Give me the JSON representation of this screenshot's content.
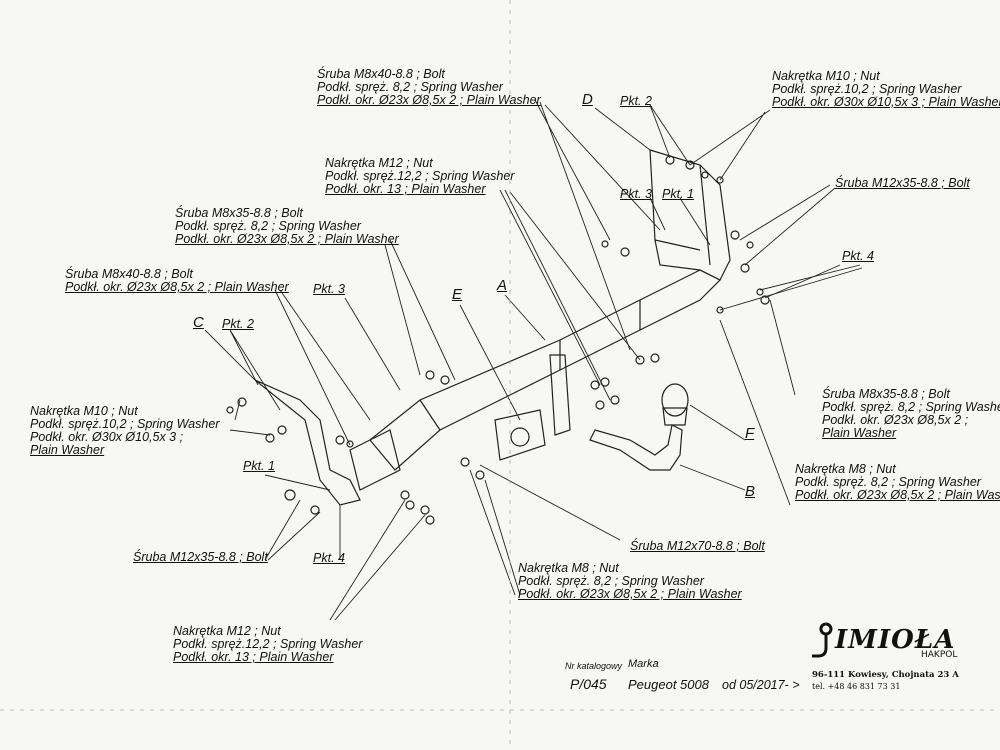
{
  "labels": {
    "top_bolt_m8x40": [
      "Śruba M8x40-8.8 ;  Bolt",
      "Podkł. spręż. 8,2 ; Spring Washer",
      "Podkł. okr.  Ø23x Ø8,5x 2 ; Plain Washer"
    ],
    "top_nut_m12": [
      "Nakrętka  M12 ; Nut",
      "Podkł. spręż.12,2 ; Spring Washer",
      "Podkł. okr. 13 ; Plain Washer"
    ],
    "top_right_nut_m10": [
      "Nakrętka  M10 ; Nut",
      "Podkł. spręż.10,2 ; Spring Washer",
      "Podkł. okr.  Ø30x Ø10,5x 3 ; Plain Washer"
    ],
    "right_bolt_m12x35": "Śruba M12x35-8.8 ;  Bolt",
    "left_bolt_m8x35": [
      "Śruba M8x35-8.8 ;  Bolt",
      "Podkł. spręż. 8,2 ; Spring Washer",
      "Podkł. okr.  Ø23x Ø8,5x 2 ; Plain Washer"
    ],
    "left_bolt_m8x40": [
      "Śruba M8x40-8.8 ;  Bolt",
      "Podkł. okr.  Ø23x Ø8,5x 2 ; Plain Washer"
    ],
    "left_nut_m10": [
      "Nakrętka  M10 ; Nut",
      "Podkł. spręż.10,2 ; Spring Washer",
      "Podkł. okr.  Ø30x Ø10,5x 3 ;",
      "Plain Washer"
    ],
    "right_bolt_m8x35": [
      "Śruba M8x35-8.8 ;  Bolt",
      "Podkł. spręż. 8,2 ; Spring Washer",
      "Podkł. okr.  Ø23x Ø8,5x 2 ;",
      "Plain Washer"
    ],
    "right_nut_m8": [
      "Nakrętka  M8 ; Nut",
      "Podkł. spręż. 8,2 ; Spring Washer",
      "Podkł. okr.  Ø23x Ø8,5x 2 ; Plain Wash"
    ],
    "bolt_m12x70": "Śruba M12x70-8.8 ;  Bolt",
    "bottom_nut_m8": [
      "Nakrętka  M8 ; Nut",
      "Podkł. spręż. 8,2 ; Spring Washer",
      "Podkł. okr.  Ø23x Ø8,5x 2 ; Plain Washer"
    ],
    "left_bolt_m12x35": "Śruba M12x35-8.8 ;  Bolt",
    "bottom_nut_m12": [
      "Nakrętka  M12 ; Nut",
      "Podkł. spręż.12,2 ; Spring Washer",
      "Podkł. okr. 13 ; Plain Washer"
    ]
  },
  "points": {
    "pkt1": "Pkt. 1",
    "pkt2": "Pkt. 2",
    "pkt3": "Pkt. 3",
    "pkt4": "Pkt. 4"
  },
  "letters": {
    "a": "A",
    "b": "B",
    "c": "C",
    "d": "D",
    "e": "E",
    "f": "F"
  },
  "footer": {
    "catalog_label": "Nr katalogowy",
    "catalog_value": "P/045",
    "brand_label": "Marka",
    "brand_value": "Peugeot 5008",
    "date": "od 05/2017- >",
    "logo": "IMIOŁA",
    "logo_sub": "HAKPOL",
    "address": "96-111 Kowiesy, Chojnata 23 A",
    "phone": "tel. +48 46 831 73 31"
  }
}
